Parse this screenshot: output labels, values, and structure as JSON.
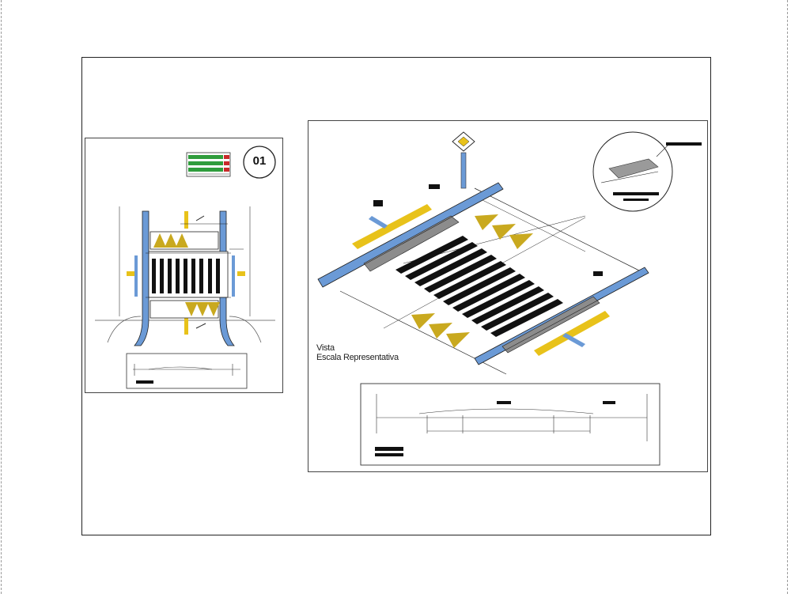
{
  "sheet": {
    "number_badge": "01",
    "view_caption_line1": "Vista",
    "view_caption_line2": "Escala Representativa"
  },
  "colors": {
    "yellow": "#e8c21a",
    "olive_triangle": "#c9a91f",
    "blue": "#6b9ad6",
    "gray_band": "#8c8c8c",
    "stripe": "#111111",
    "legend_green": "#2f9d3c",
    "legend_red": "#c82a2a"
  },
  "icons": [
    "street-lamp-icon",
    "detail-callout-circle-icon",
    "sheet-number-circle-icon"
  ]
}
